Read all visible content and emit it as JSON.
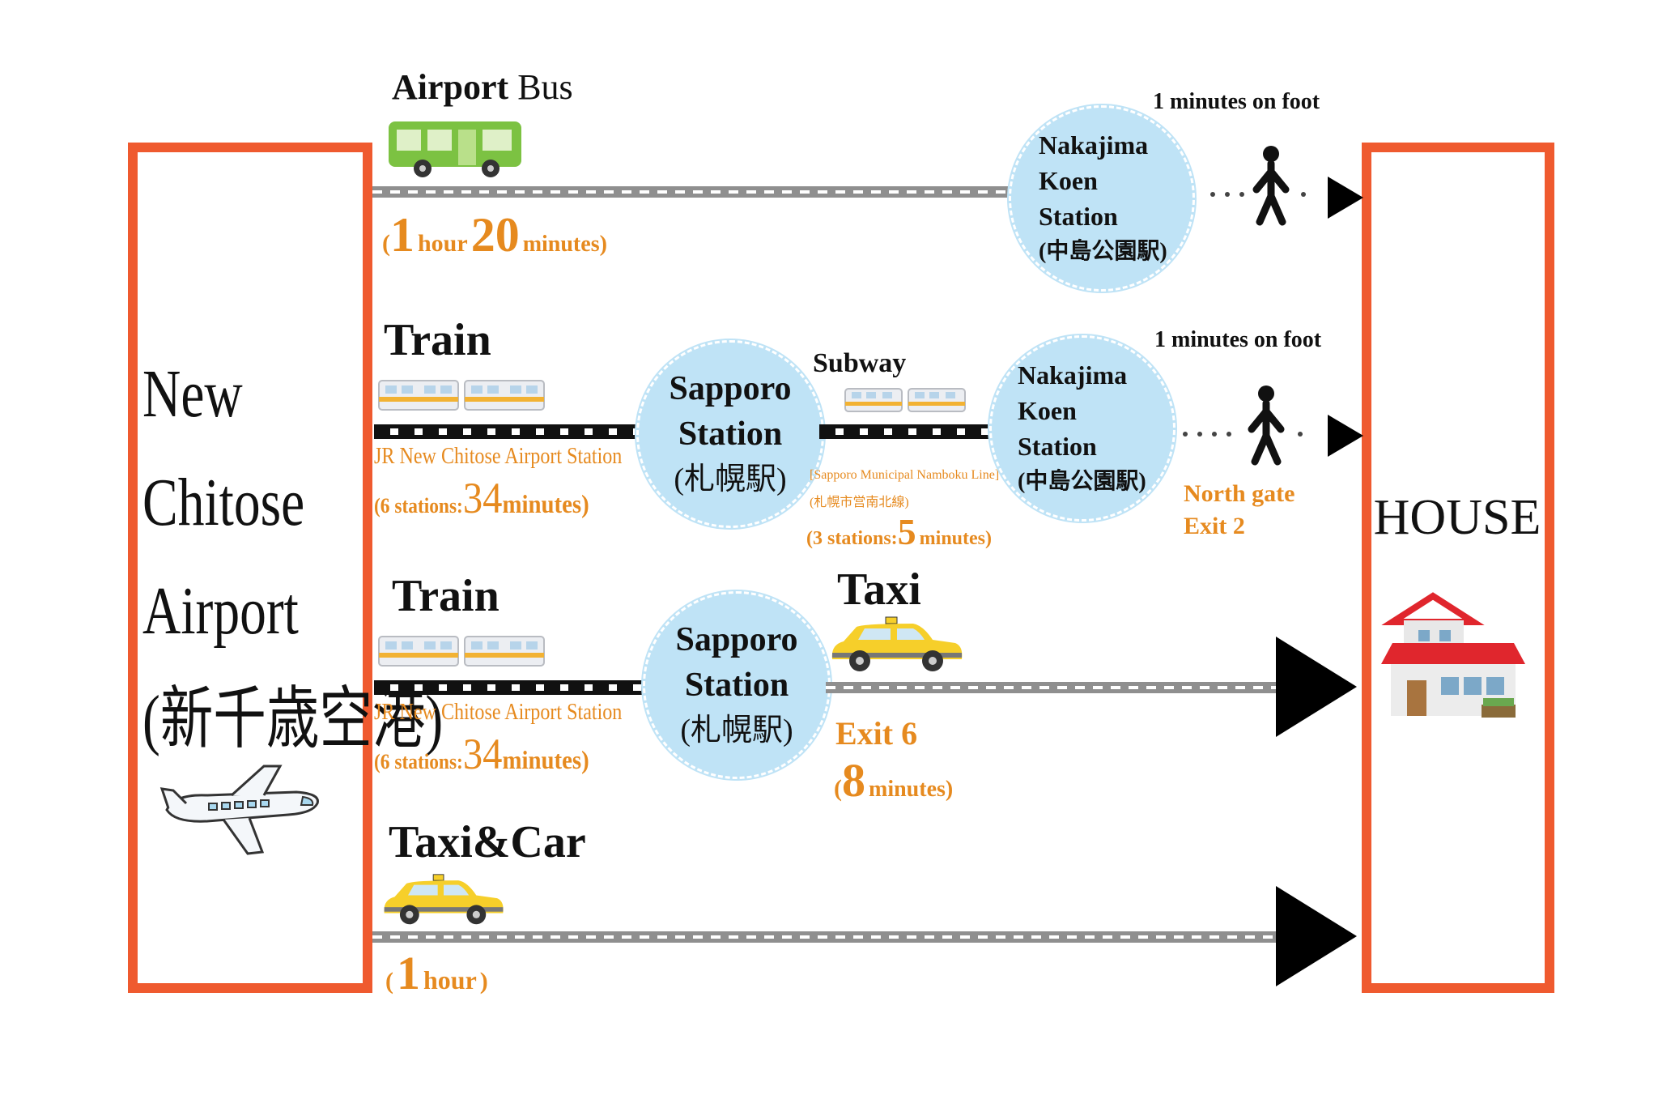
{
  "airport": {
    "line1": "New",
    "line2": "Chitose",
    "line3": "Airport",
    "line4": "(新千歳空港)"
  },
  "house": {
    "label": "HOUSE"
  },
  "route_bus": {
    "title_a": "Airport",
    "title_b": "Bus",
    "time": {
      "open": "(",
      "n1": "1",
      "u1": "hour",
      "n2": "20",
      "u2": "minutes)"
    },
    "station": {
      "l1": "Nakajima",
      "l2": "Koen",
      "l3": "Station",
      "l4": "(中島公園駅)"
    },
    "walk": "1 minutes on foot"
  },
  "route_train_subway": {
    "title": "Train",
    "line": "JR New Chitose Airport Station",
    "stops": {
      "pre": "(6 stations:",
      "n": "34",
      "post": "minutes)"
    },
    "sapporo": {
      "l1": "Sapporo",
      "l2": "Station",
      "l3": "(札幌駅)"
    },
    "subway": "Subway",
    "subway_line_en": "[Sapporo Municipal Namboku Line]",
    "subway_line_jp": "(札幌市営南北線)",
    "subway_stops": {
      "pre": "(3 stations:",
      "n": "5",
      "post": "minutes)"
    },
    "nakajima": {
      "l1": "Nakajima",
      "l2": "Koen",
      "l3": "Station",
      "l4": "(中島公園駅)"
    },
    "walk": "1 minutes on foot",
    "gate1": "North gate",
    "gate2": "Exit 2"
  },
  "route_train_taxi": {
    "title": "Train",
    "line": "JR New Chitose Airport Station",
    "stops": {
      "pre": "(6 stations:",
      "n": "34",
      "post": "minutes)"
    },
    "sapporo": {
      "l1": "Sapporo",
      "l2": "Station",
      "l3": "(札幌駅)"
    },
    "taxi": "Taxi",
    "exit": "Exit 6",
    "time": {
      "open": "(",
      "n": "8",
      "post": "minutes)"
    }
  },
  "route_car": {
    "title": "Taxi&Car",
    "time": {
      "open": "(",
      "n": "1",
      "u": "hour",
      "close": ")"
    }
  },
  "colors": {
    "frame": "#ef5a2f",
    "accent": "#e68a1f",
    "station": "#bfe3f6",
    "bus": "#7cc242",
    "taxi": "#f6cf2a",
    "roof": "#e0262d"
  },
  "icons": [
    "bus-icon",
    "train-icon",
    "taxi-icon",
    "walking-person-icon",
    "airplane-icon",
    "house-icon"
  ]
}
